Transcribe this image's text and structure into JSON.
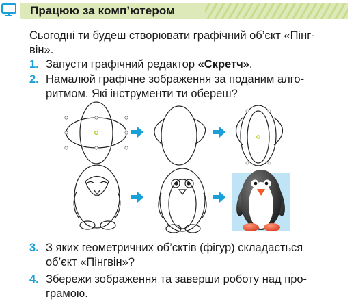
{
  "header": {
    "title": "Працюю за комп’ютером",
    "icon": "monitor-icon"
  },
  "intro": {
    "line1": "Сьогодні ти будеш створювати графічний об’єкт «Пінг-",
    "line2": "він»."
  },
  "steps": [
    {
      "num": "1.",
      "before": "Запусти графічний редактор ",
      "bold": "«Скретч»",
      "after": "."
    },
    {
      "num": "2.",
      "line1": "Намалюй графічне зображення за поданим алго-",
      "line2": "ритмом. Які інструменти ти обереш?"
    },
    {
      "num": "3.",
      "line1": "З яких геометричних об’єктів (фігур) складається",
      "line2": "об’єкт «Пінгвін»?"
    },
    {
      "num": "4.",
      "line1": "Збережи зображення та заверши роботу над про-",
      "line2": "грамою."
    }
  ],
  "colors": {
    "accent": "#1aa0d8",
    "header_band": "#dde9b8",
    "arrow": "#1aa0d8",
    "penguin_bg": "#bfe4f6",
    "beak": "#f05a2a"
  }
}
